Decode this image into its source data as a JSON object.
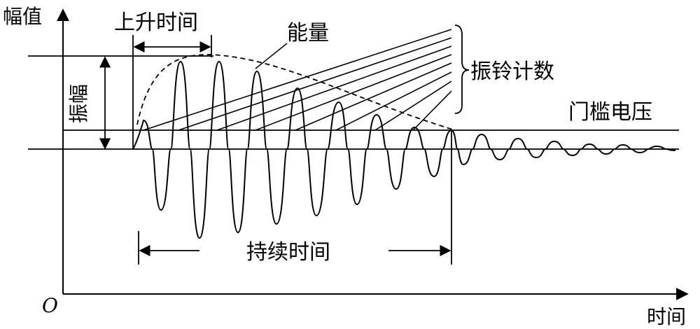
{
  "axes": {
    "y_label": "幅值",
    "x_label": "时间",
    "origin": "O"
  },
  "labels": {
    "rise_time": "上升时间",
    "energy": "能量",
    "amplitude": "振幅",
    "ring_count": "振铃计数",
    "threshold_voltage": "门槛电压",
    "duration": "持续时间"
  }
}
